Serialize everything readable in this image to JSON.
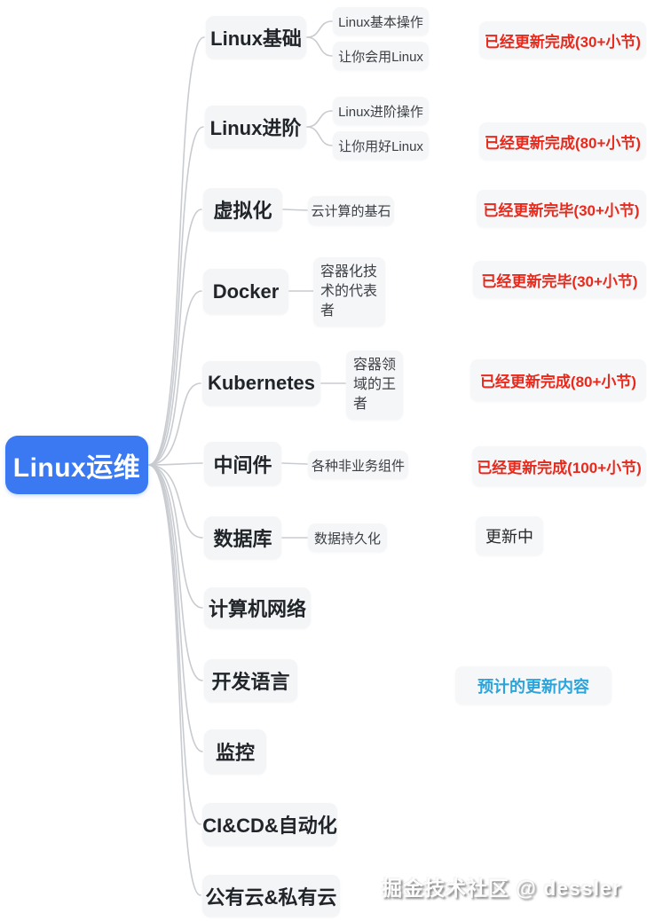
{
  "root": {
    "label": "Linux运维"
  },
  "branches": [
    {
      "label": "Linux基础",
      "children": [
        "Linux基本操作",
        "让你会用Linux"
      ],
      "status": "已经更新完成(30+小节)"
    },
    {
      "label": "Linux进阶",
      "children": [
        "Linux进阶操作",
        "让你用好Linux"
      ],
      "status": "已经更新完成(80+小节)"
    },
    {
      "label": "虚拟化",
      "children": [
        "云计算的基石"
      ],
      "status": "已经更新完毕(30+小节)"
    },
    {
      "label": "Docker",
      "children": [
        "容器化技术的代表者"
      ],
      "status": "已经更新完毕(30+小节)"
    },
    {
      "label": "Kubernetes",
      "children": [
        "容器领域的王者"
      ],
      "status": "已经更新完成(80+小节)"
    },
    {
      "label": "中间件",
      "children": [
        "各种非业务组件"
      ],
      "status": "已经更新完成(100+小节)"
    },
    {
      "label": "数据库",
      "children": [
        "数据持久化"
      ],
      "status": "更新中"
    },
    {
      "label": "计算机网络",
      "children": [],
      "status": ""
    },
    {
      "label": "开发语言",
      "children": [],
      "status": "预计的更新内容"
    },
    {
      "label": "监控",
      "children": [],
      "status": ""
    },
    {
      "label": "CI&CD&自动化",
      "children": [],
      "status": ""
    },
    {
      "label": "公有云&私有云",
      "children": [],
      "status": ""
    }
  ],
  "colors": {
    "root_bg": "#3B79F2",
    "node_bg": "#F4F5F7",
    "status_done_red": "#E8291C",
    "status_planned_cyan": "#2BA4DB",
    "status_updating_black": "#26282B",
    "connector_gray": "#C8CBD0"
  },
  "watermark": "掘金技术社区 @ dessler"
}
